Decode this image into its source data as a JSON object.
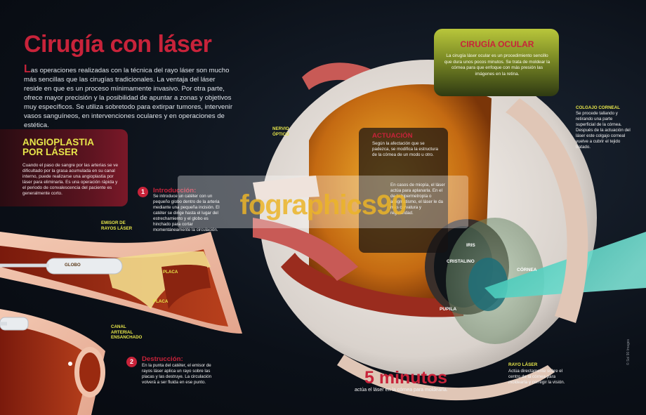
{
  "header": {
    "title": "Cirugía con láser",
    "intro_cap": "L",
    "intro": "as operaciones realizadas con la técnica del rayo láser son mucho más sencillas que las cirugías tradicionales. La ventaja del láser reside en que es un proceso mínimamente invasivo. Por otra parte, ofrece mayor precisión y la posibilidad de apuntar a zonas y objetivos muy específicos. Se utiliza sobretodo para extirpar tumores, intervenir vasos sanguíneos, en intervenciones oculares y en operaciones de estética."
  },
  "angioplastia": {
    "title_line1": "ANGIOPLASTIA",
    "title_line2": "POR LÁSER",
    "text": "Cuando el paso de sangre por las arterias se ve dificultado por la grasa acumulada en su canal interno, puede realizarse una angioplastia por láser para eliminarla. Es una operación rápida y el periodo de convalescencia del paciente es generalmente corto.",
    "step1": {
      "num": "1",
      "title": "Introducción:",
      "text": "Se introduce un catéter con un pequeño globo dentro de la arteria mediante una pequeña incisión. El catéter se dirige hasta el lugar del estrechamiento y el globo es hinchado para cortar momentáneamente la circulación."
    },
    "step2": {
      "num": "2",
      "title": "Destrucción:",
      "text": "En la punta del catéter, el emisor de rayos láser aplica un rayo sobre las placas y las destruye. La circulación volverá a ser fluida en ese punto."
    },
    "labels": {
      "emisor_line1": "EMISOR DE",
      "emisor_line2": "RAYOS LÁSER",
      "globo": "GLOBO",
      "placa1": "PLACA",
      "placa2": "PLACA",
      "canal_line1": "CANAL",
      "canal_line2": "ARTERIAL",
      "canal_line3": "ENSANCHADO"
    }
  },
  "ocular": {
    "title": "CIRUGÍA OCULAR",
    "text": "La cirugía láser ocular es un procedimiento sencillo que dura unos pocos minutos. Se trata de moldear la córnea para que enfoque con más presión las imágenes en la retina.",
    "actuacion_title": "ACTUACIÓN",
    "actuacion_text1": "Según la afectación que se padezca, se modifica la estructura de la córnea de un modo u otro.",
    "actuacion_text2": "En casos de miopía, el láser actúa para aplanarla. En el de la hipermetropía o astigmatismo, el láser le da más curvatura y regularidad.",
    "colgajo_title": "COLGAJO CORNEAL",
    "colgajo_text": "Se procede tallando y retirando una parte superficial de la córnea. Después de la actuación del láser este colgajo corneal vuelve a cubrir el tejido tratado.",
    "rayo_title": "RAYO LÁSER",
    "rayo_text": "Actúa directamente sobre el centro de la córnea para moldearla y corregir la visión.",
    "labels": {
      "nervio_line1": "NERVIO",
      "nervio_line2": "ÓPTICO",
      "iris": "IRIS",
      "cristalino": "CRISTALINO",
      "cornea": "CÓRNEA",
      "pupila": "PUPILA"
    }
  },
  "duration": {
    "big": "5 minutos",
    "sub": "actúa el láser en la córnea para moldearla."
  },
  "watermark": "fographics90",
  "credit": "© Sol 90 Images",
  "colors": {
    "accent_red": "#c8233a",
    "accent_yellow": "#e7e64a",
    "laser_cyan": "#5fd6c8",
    "background": "#0a0f17"
  }
}
